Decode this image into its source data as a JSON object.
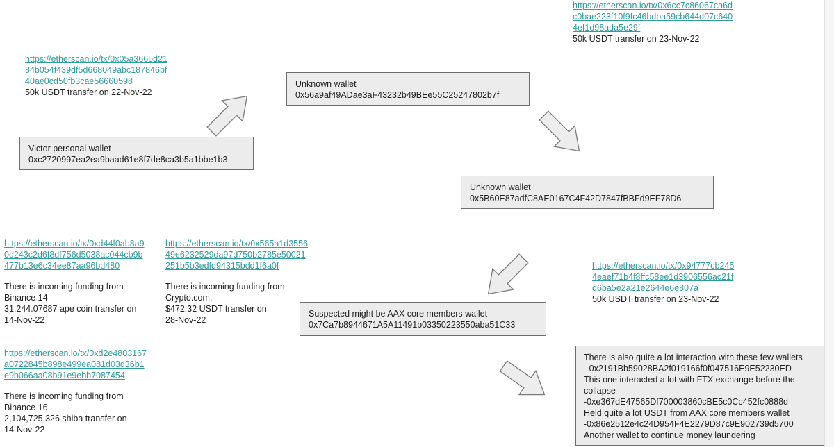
{
  "wallets": {
    "victor": {
      "label": "Victor personal wallet",
      "address": "0xc2720997ea2ea9baad61e8f7de8ca3b5a1bbe1b3"
    },
    "unknown1": {
      "label": "Unknown wallet",
      "address": "0x56a9af49ADae3aF43232b49BEe55C25247802b7f"
    },
    "unknown2": {
      "label": "Unknown wallet",
      "address": "0x5B60E87adfC8AE0167C4F42D7847fBBFd9EF78D6"
    },
    "aax": {
      "label": "Suspected might be AAX core members wallet",
      "address": "0x7Ca7b8944671A5A11491b03350223550aba51C33"
    }
  },
  "transfers": {
    "t1": {
      "url_lines": [
        "https://etherscan.io/tx/0x05a3665d21",
        "84b054f439df5d668049abc187846bf",
        "40ae0cd50fb3cae56660598"
      ],
      "desc": "50k USDT transfer on 22-Nov-22"
    },
    "t2": {
      "url_lines": [
        "https://etherscan.io/tx/0x6cc7c86067ca6d",
        "c0bae223f10f9fc46bdba59cb644d07c640",
        "4ef1d98ada5e29f"
      ],
      "desc": "50k USDT transfer on 23-Nov-22"
    },
    "t3": {
      "url_lines": [
        "https://etherscan.io/tx/0x94777cb245",
        "4eaef71b4f8ffc58ee1d3906556ac21f",
        "d6ba5e2a21e2644e6e807a"
      ],
      "desc": "50k USDT transfer on 23-Nov-22"
    }
  },
  "funding": {
    "f1": {
      "url_lines": [
        "https://etherscan.io/tx/0xd44f0ab8a9",
        "0d243c2d6f8df756d5038ac044cb9b",
        "477b13e6c34ee87aa96bd480"
      ],
      "text_lines": [
        "There is incoming funding from",
        "Binance 14",
        "31,244.07687 ape coin transfer on",
        "14-Nov-22"
      ]
    },
    "f2": {
      "url_lines": [
        "https://etherscan.io/tx/0x565a1d3556",
        "49e6232529da97d750b2785e50021",
        "251b5b3edfd94315bdd1f6a0f"
      ],
      "text_lines": [
        "There is incoming funding from",
        "Crypto.com.",
        "$472.32 USDT transfer on",
        "28-Nov-22"
      ]
    },
    "f3": {
      "url_lines": [
        "https://etherscan.io/tx/0xd2e4803167",
        "a0722845b898e499ea081d03d36b1",
        "e9b066aa08b91e9ebb7087454"
      ],
      "text_lines": [
        "There is incoming funding from",
        "Binance 16",
        "2,104,725,326 shiba transfer on",
        "14-Nov-22"
      ]
    }
  },
  "interactions": {
    "lines": [
      "There is also quite a lot interaction with these few wallets",
      "- 0x2191Bb59028BA2f019166f0f047516E9E52230ED",
      "This one interacted a lot with FTX exchange before the",
      "collapse",
      "-0xe367dE47565Df700003860cBE5c0Cc452fc0888d",
      "Held quite a lot USDT from AAX core members wallet",
      "-0x86e2512e4c24D954F4E2279D87c9E902739d5700",
      "Another wallet to continue money laundering"
    ]
  },
  "colors": {
    "link": "#2f9c9c",
    "box_fill": "#ececec",
    "box_border": "#6e6e6e",
    "arrow_fill": "#ededed",
    "arrow_stroke": "#7a7a7a"
  }
}
